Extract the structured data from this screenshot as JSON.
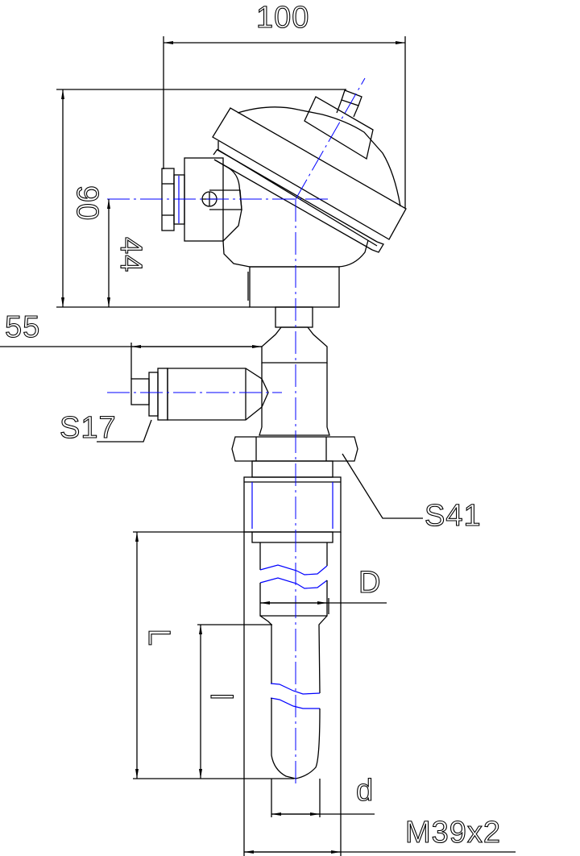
{
  "drawing": {
    "title": "Thermocouple with connection head, compression fitting and thermowell",
    "dimensions": {
      "width_head": "100",
      "height_head": "90",
      "height_axis": "44",
      "side_offset": "55",
      "wrench_small": "S17",
      "wrench_hex": "S41",
      "total_length": "L",
      "insert_length": "l",
      "diameter_large": "D",
      "diameter_small": "d",
      "thread": "M39x2"
    },
    "colors": {
      "outline": "#000000",
      "centerline": "#0000ff"
    }
  }
}
